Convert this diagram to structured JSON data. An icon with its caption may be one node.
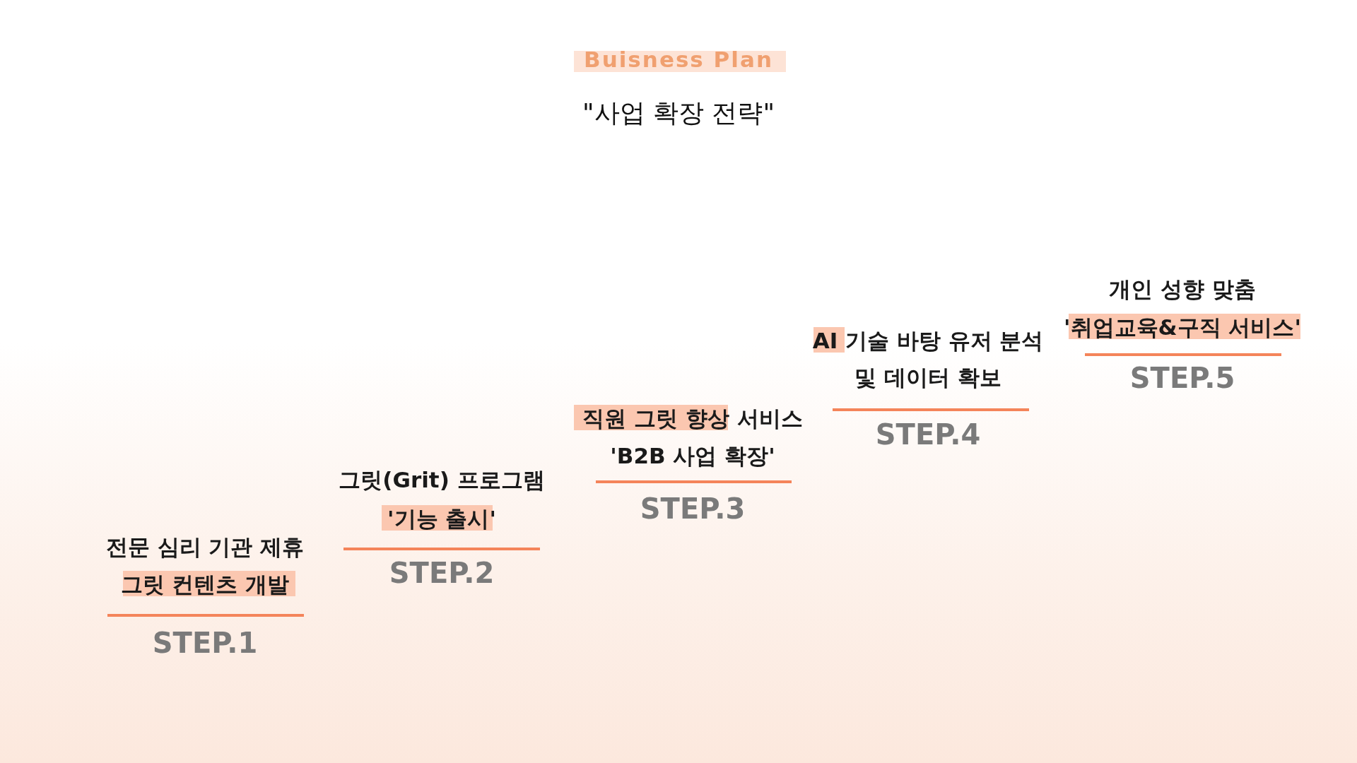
{
  "diagram": {
    "title": "Buisness Plan",
    "labels": [
      "\"사업 확장 전략\"",
      "개인 성향 맞춤",
      "'취업교육&구직 서비스'",
      "STEP.5",
      "AI 기술 바탕 유저 분석",
      "및 데이터 확보",
      "STEP.4",
      "직원 그릿 향상 서비스",
      "'B2B 사업 확장'",
      "STEP.3",
      "그릿(Grit) 프로그램",
      "'기능 출시'",
      "STEP.2",
      "전문 심리 기관 제휴",
      "그릿 컨텐츠 개발",
      "STEP.1"
    ]
  }
}
